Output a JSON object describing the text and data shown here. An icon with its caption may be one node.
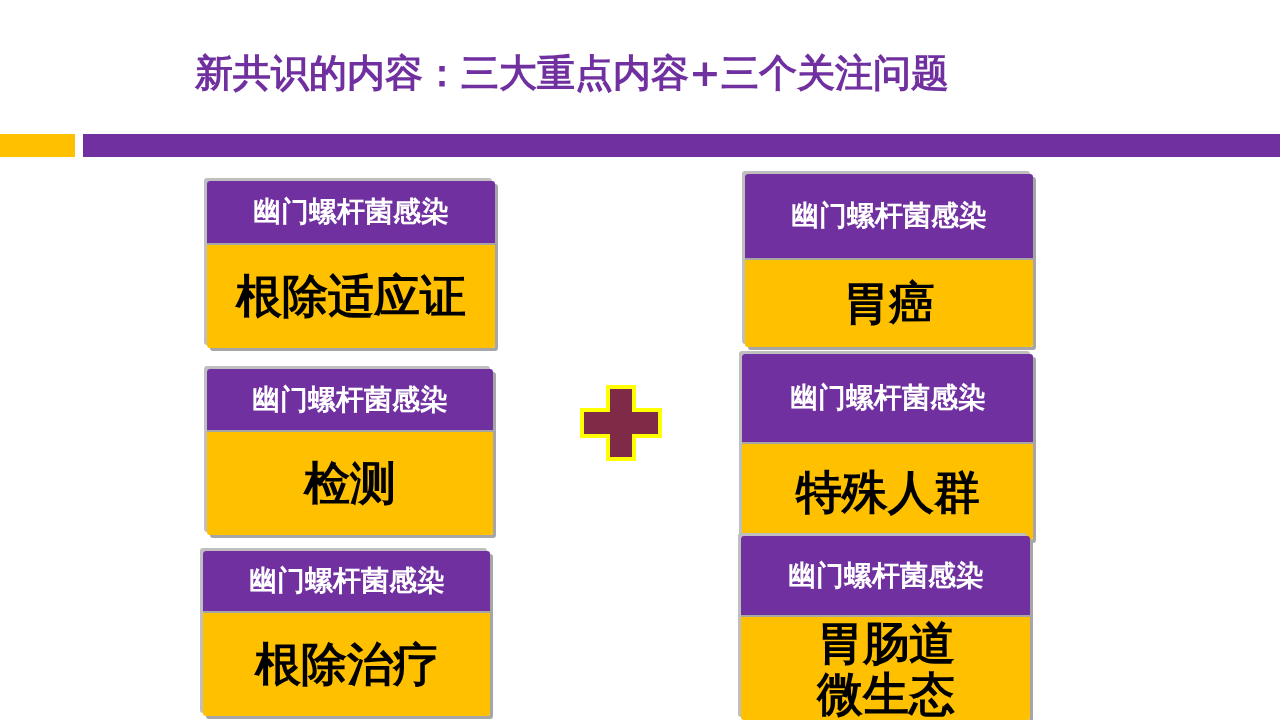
{
  "diagram": {
    "title": "新共识的内容：三大重点内容+三个关注问题",
    "nodes": [
      {
        "text": [
          "幽门螺杆菌感染",
          "根除适应证"
        ]
      },
      {
        "text": [
          "幽门螺杆菌感染",
          "检测"
        ]
      },
      {
        "text": [
          "幽门螺杆菌感染",
          "根除治疗"
        ]
      },
      {
        "text": [
          "幽门螺杆菌感染",
          "胃癌"
        ]
      },
      {
        "text": [
          "幽门螺杆菌感染",
          "特殊人群"
        ]
      },
      {
        "text": [
          "幽门螺杆菌感染",
          "胃肠道微生态"
        ]
      }
    ]
  }
}
